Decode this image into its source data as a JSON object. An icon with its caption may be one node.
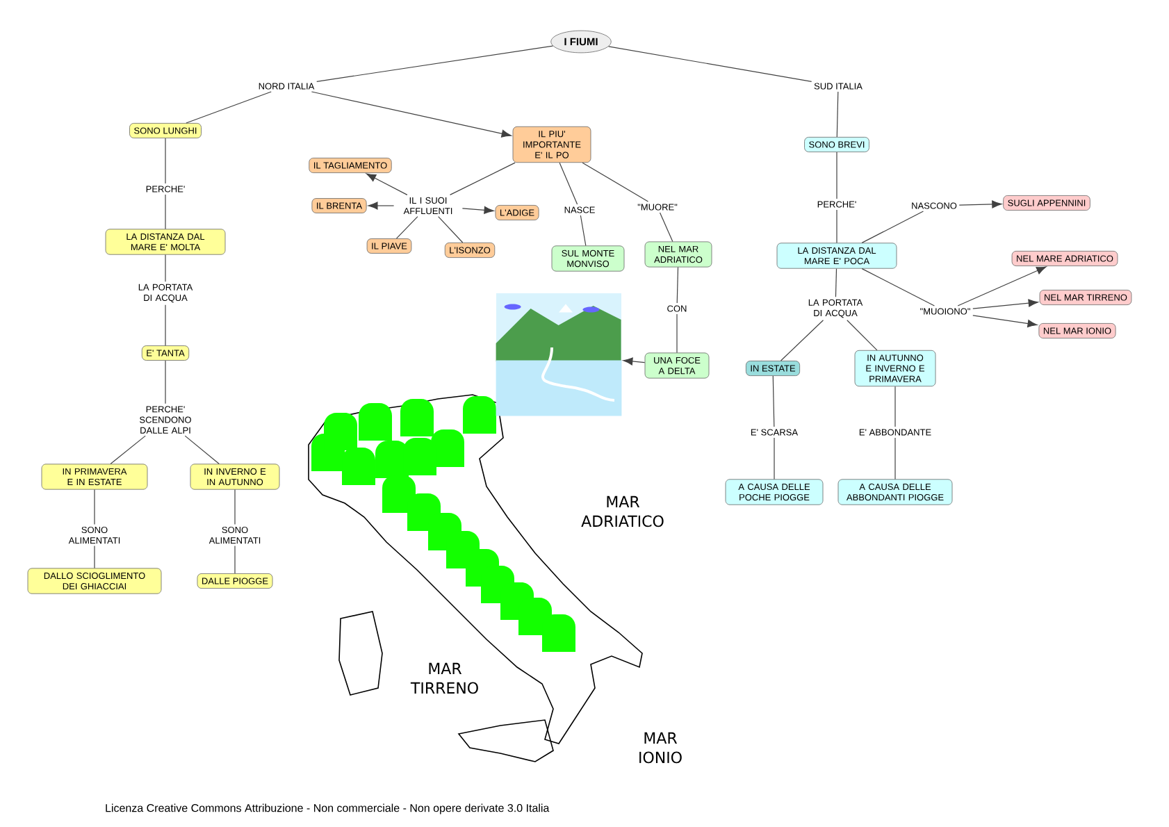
{
  "diagram": {
    "nodes": [
      {
        "text": [
          "I FIUMI"
        ]
      },
      {
        "text": [
          "NORD ITALIA"
        ]
      },
      {
        "text": [
          "SUD ITALIA"
        ]
      },
      {
        "text": [
          "SONO LUNGHI"
        ]
      },
      {
        "text": [
          "IL PIU' IMPORTANTE E' IL PO"
        ]
      },
      {
        "text": [
          "PERCHE'"
        ]
      },
      {
        "text": [
          "IL TAGLIAMENTO"
        ]
      },
      {
        "text": [
          "IL I SUOI AFFLUENTI"
        ]
      },
      {
        "text": [
          "IL BRENTA"
        ]
      },
      {
        "text": [
          "L'ADIGE"
        ]
      },
      {
        "text": [
          "IL PIAVE"
        ]
      },
      {
        "text": [
          "L'ISONZO"
        ]
      },
      {
        "text": [
          "NASCE"
        ]
      },
      {
        "text": [
          "\"MUORE\""
        ]
      },
      {
        "text": [
          "SUL MONTE MONVISO"
        ]
      },
      {
        "text": [
          "NEL MAR ADRIATICO"
        ]
      },
      {
        "text": [
          "CON"
        ]
      },
      {
        "text": [
          "UNA FOCE A DELTA"
        ]
      },
      {
        "text": [],
        "shape": "picture"
      },
      {
        "text": [
          "LA DISTANZA DAL MARE E' MOLTA"
        ]
      },
      {
        "text": [
          "LA PORTATA DI ACQUA"
        ]
      },
      {
        "text": [
          "E' TANTA"
        ]
      },
      {
        "text": [
          "PERCHE' SCENDONO DALLE ALPI"
        ]
      },
      {
        "text": [
          "IN PRIMAVERA E IN ESTATE"
        ]
      },
      {
        "text": [
          "IN INVERNO E IN AUTUNNO"
        ]
      },
      {
        "text": [
          "SONO ALIMENTATI"
        ]
      },
      {
        "text": [
          "SONO ALIMENTATI"
        ]
      },
      {
        "text": [
          "DALLO SCIOGLIMENTO DEI GHIACCIAI"
        ]
      },
      {
        "text": [
          "DALLE PIOGGE"
        ]
      },
      {
        "text": [
          "SONO BREVI"
        ]
      },
      {
        "text": [
          "PERCHE'"
        ]
      },
      {
        "text": [
          "LA DISTANZA DAL MARE E' POCA"
        ]
      },
      {
        "text": [
          "NASCONO"
        ]
      },
      {
        "text": [
          "SUGLI APPENNINI"
        ]
      },
      {
        "text": [
          "\"MUOIONO\""
        ]
      },
      {
        "text": [
          "NEL MARE ADRIATICO"
        ]
      },
      {
        "text": [
          "NEL MAR TIRRENO"
        ]
      },
      {
        "text": [
          "NEL MAR IONIO"
        ]
      },
      {
        "text": [
          "LA PORTATA DI ACQUA"
        ]
      },
      {
        "text": [
          "IN ESTATE"
        ]
      },
      {
        "text": [
          "IN AUTUNNO E INVERNO E PRIMAVERA"
        ]
      },
      {
        "text": [
          "E' SCARSA"
        ]
      },
      {
        "text": [
          "E' ABBONDANTE"
        ]
      },
      {
        "text": [
          "A CAUSA DELLE POCHE PIOGGE"
        ]
      },
      {
        "text": [
          "A CAUSA DELLE ABBONDANTI PIOGGE"
        ]
      }
    ],
    "edges": [
      {
        "from": 0,
        "to": 1,
        "arrow": "none"
      },
      {
        "from": 1,
        "to": 3,
        "arrow": "none"
      },
      {
        "from": 1,
        "to": 4,
        "arrow": "to"
      },
      {
        "from": 0,
        "to": 2,
        "arrow": "none"
      },
      {
        "from": 2,
        "to": 29,
        "arrow": "none"
      },
      {
        "from": 3,
        "to": 5,
        "arrow": "none"
      },
      {
        "from": 5,
        "to": 19,
        "arrow": "none"
      },
      {
        "from": 19,
        "to": 20,
        "arrow": "none"
      },
      {
        "from": 20,
        "to": 21,
        "arrow": "none"
      },
      {
        "from": 21,
        "to": 22,
        "arrow": "none"
      },
      {
        "from": 22,
        "to": 23,
        "arrow": "none"
      },
      {
        "from": 22,
        "to": 24,
        "arrow": "none"
      },
      {
        "from": 23,
        "to": 25,
        "arrow": "none"
      },
      {
        "from": 25,
        "to": 27,
        "arrow": "none"
      },
      {
        "from": 24,
        "to": 26,
        "arrow": "none"
      },
      {
        "from": 26,
        "to": 28,
        "arrow": "none"
      },
      {
        "from": 4,
        "to": 7,
        "arrow": "none"
      },
      {
        "from": 7,
        "to": 6,
        "arrow": "to"
      },
      {
        "from": 7,
        "to": 8,
        "arrow": "to"
      },
      {
        "from": 7,
        "to": 9,
        "arrow": "to"
      },
      {
        "from": 7,
        "to": 10,
        "arrow": "none"
      },
      {
        "from": 7,
        "to": 11,
        "arrow": "none"
      },
      {
        "from": 4,
        "to": 12,
        "arrow": "none"
      },
      {
        "from": 12,
        "to": 14,
        "arrow": "none"
      },
      {
        "from": 4,
        "to": 13,
        "arrow": "none"
      },
      {
        "from": 13,
        "to": 15,
        "arrow": "none"
      },
      {
        "from": 15,
        "to": 16,
        "arrow": "none"
      },
      {
        "from": 16,
        "to": 17,
        "arrow": "none"
      },
      {
        "from": 17,
        "to": 18,
        "arrow": "to"
      },
      {
        "from": 29,
        "to": 30,
        "arrow": "none"
      },
      {
        "from": 30,
        "to": 31,
        "arrow": "none"
      },
      {
        "from": 31,
        "to": 32,
        "arrow": "none"
      },
      {
        "from": 32,
        "to": 33,
        "arrow": "to"
      },
      {
        "from": 31,
        "to": 34,
        "arrow": "none"
      },
      {
        "from": 34,
        "to": 35,
        "arrow": "to"
      },
      {
        "from": 34,
        "to": 36,
        "arrow": "to"
      },
      {
        "from": 34,
        "to": 37,
        "arrow": "to"
      },
      {
        "from": 31,
        "to": 38,
        "arrow": "none"
      },
      {
        "from": 38,
        "to": 39,
        "arrow": "none"
      },
      {
        "from": 38,
        "to": 40,
        "arrow": "none"
      },
      {
        "from": 39,
        "to": 41,
        "arrow": "none"
      },
      {
        "from": 41,
        "to": 43,
        "arrow": "none"
      },
      {
        "from": 40,
        "to": 42,
        "arrow": "none"
      },
      {
        "from": 42,
        "to": 44,
        "arrow": "none"
      }
    ],
    "labels": [
      "MAR ADRIATICO",
      "MAR TIRRENO",
      "MAR IONIO",
      "Licenza Creative Commons Attribuzione - Non commerciale - Non opere derivate 3.0 Italia"
    ]
  }
}
